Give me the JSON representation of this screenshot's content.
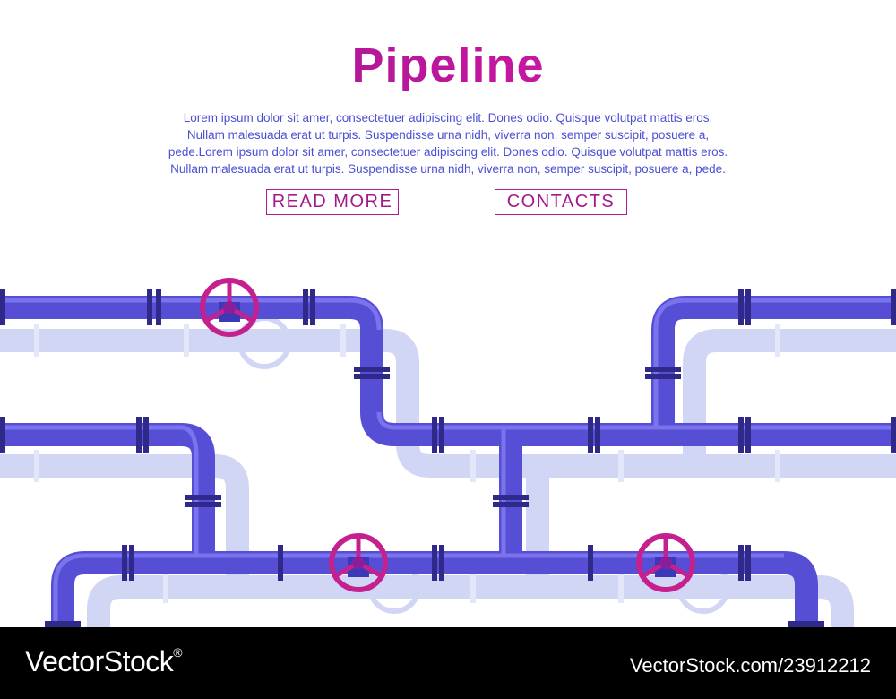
{
  "header": {
    "title": "Pipeline",
    "body_lines": [
      "Lorem ipsum dolor sit amer, consectetuer adipiscing elit. Dones odio. Quisque volutpat mattis eros.",
      "Nullam malesuada erat ut turpis. Suspendisse urna nidh, viverra non, semper suscipit, posuere a,",
      "pede.Lorem ipsum dolor sit amer, consectetuer adipiscing elit. Dones odio. Quisque volutpat mattis eros.",
      "Nullam malesuada erat ut turpis. Suspendisse urna nidh, viverra non, semper suscipit, posuere a, pede."
    ]
  },
  "buttons": {
    "read_more": "READ MORE",
    "contacts": "CONTACTS"
  },
  "illustration": {
    "pipe_color": "#5a4fd8",
    "pipe_shadow_color": "#cfd3f4",
    "valve_color": "#c4218f",
    "valve_hub_color": "#3d38b5"
  },
  "footer": {
    "brand": "VectorStock",
    "brand_mark": "®",
    "image_id": "VectorStock.com/23912212"
  }
}
